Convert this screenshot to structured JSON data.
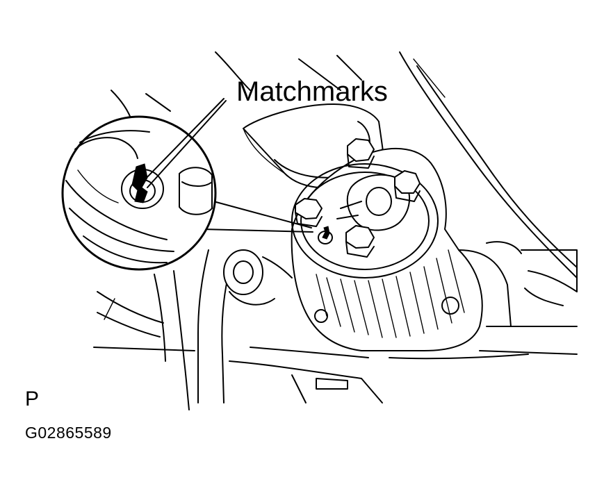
{
  "callout": {
    "label": "Matchmarks"
  },
  "view_code": "P",
  "figure_id": "G02865589",
  "icons": {
    "matchmark": "matchmark-icon",
    "bolt": "bolt-icon",
    "magnifier": "detail-circle-icon"
  },
  "colors": {
    "ink": "#000000",
    "paper": "#ffffff"
  }
}
